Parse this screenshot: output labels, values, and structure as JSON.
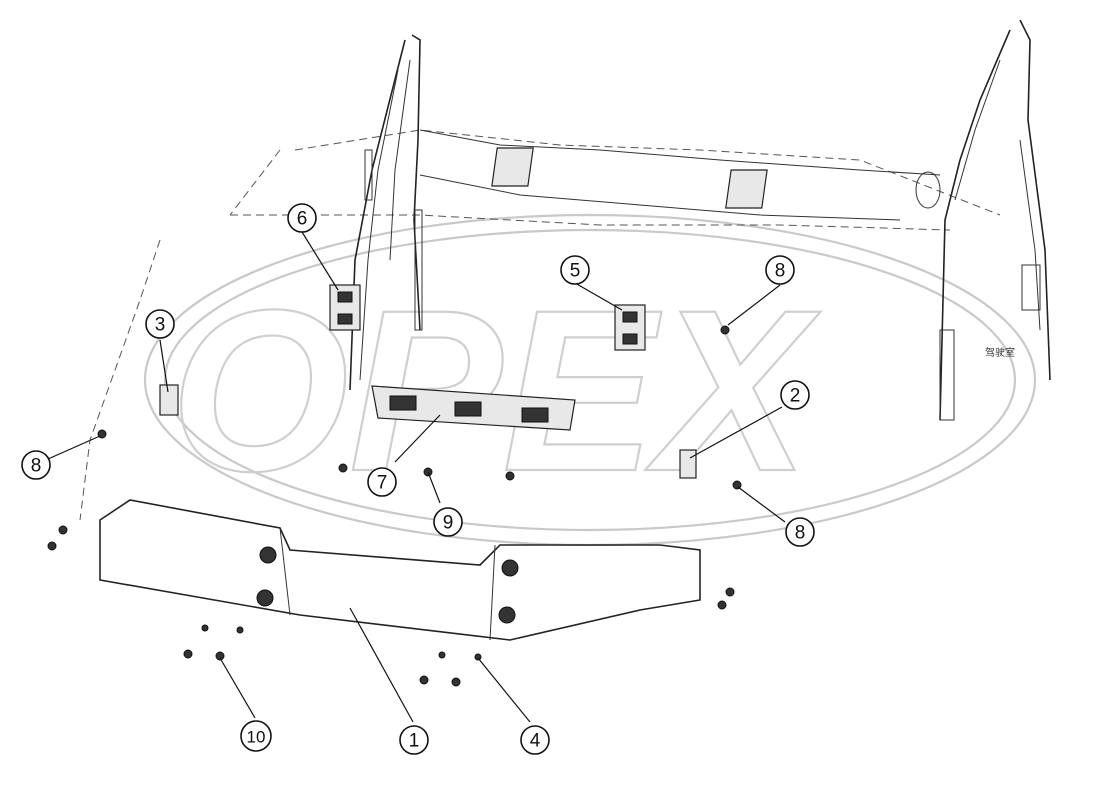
{
  "diagram": {
    "watermark_text": "OPEX",
    "side_label": "驾驶室",
    "callouts": [
      {
        "id": "callout-1",
        "label": "1"
      },
      {
        "id": "callout-2",
        "label": "2"
      },
      {
        "id": "callout-3",
        "label": "3"
      },
      {
        "id": "callout-4",
        "label": "4"
      },
      {
        "id": "callout-5",
        "label": "5"
      },
      {
        "id": "callout-6",
        "label": "6"
      },
      {
        "id": "callout-7",
        "label": "7"
      },
      {
        "id": "callout-8a",
        "label": "8"
      },
      {
        "id": "callout-8b",
        "label": "8"
      },
      {
        "id": "callout-8c",
        "label": "8"
      },
      {
        "id": "callout-9",
        "label": "9"
      },
      {
        "id": "callout-10",
        "label": "10"
      }
    ]
  }
}
